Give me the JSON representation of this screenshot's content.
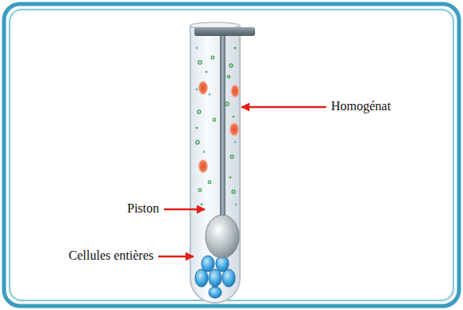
{
  "diagram": {
    "labels": [
      "Homogénat",
      "Piston",
      "Cellules entières"
    ]
  }
}
